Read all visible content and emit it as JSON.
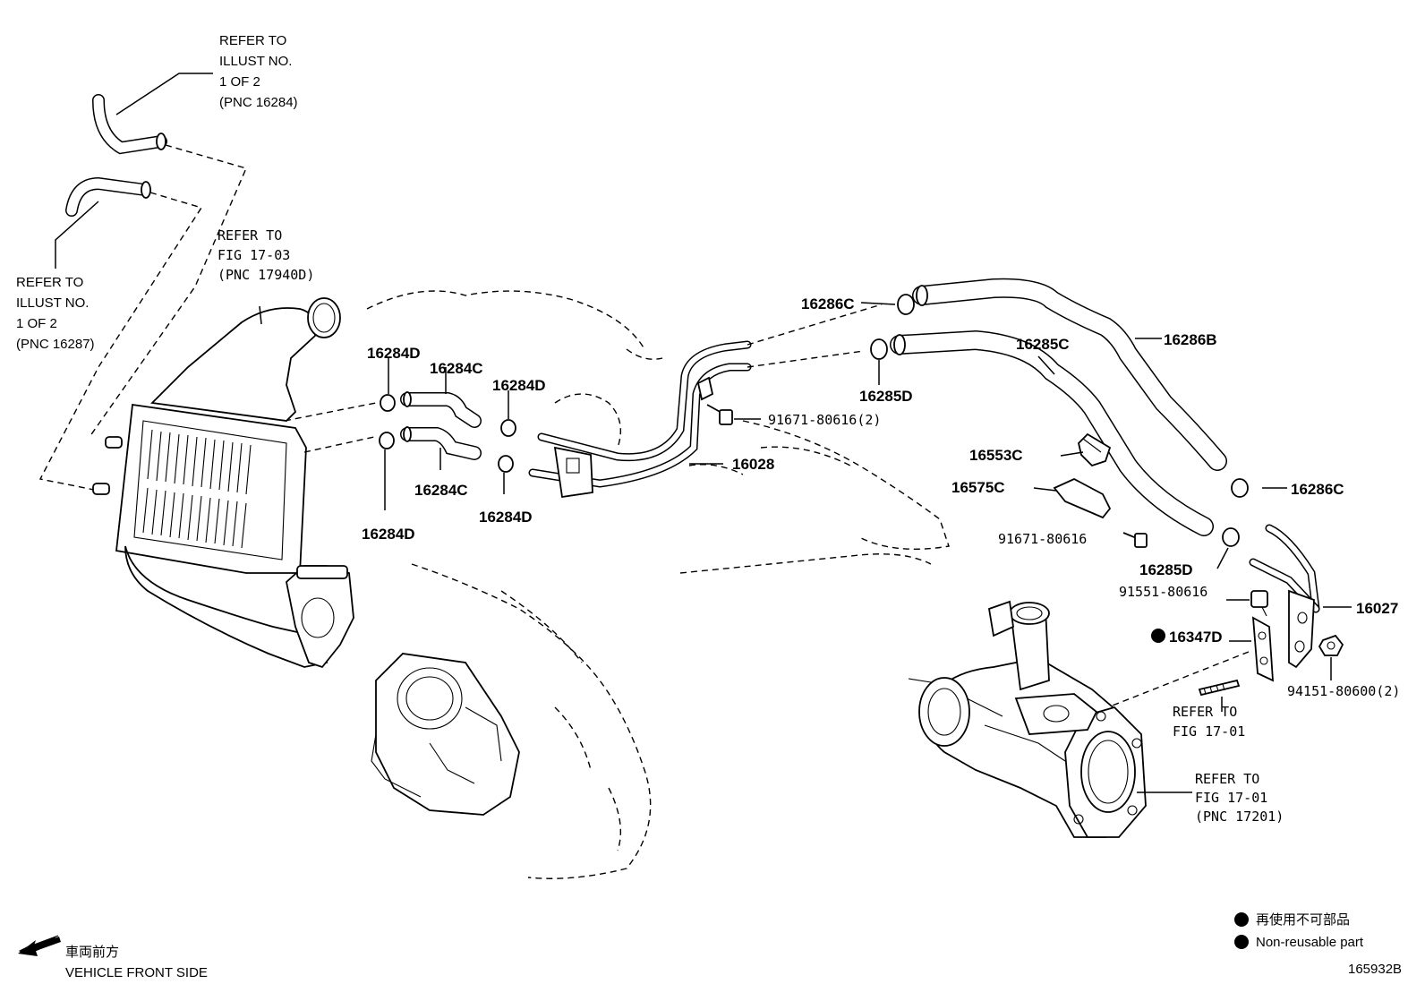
{
  "labels": {
    "p16286C_top": "16286C",
    "p16286B": "16286B",
    "p16285C": "16285C",
    "p16285D_top": "16285D",
    "p16284D_a": "16284D",
    "p16284C_a": "16284C",
    "p16284D_b": "16284D",
    "p16284C_b": "16284C",
    "p16284D_c": "16284D",
    "p16284D_d": "16284D",
    "p91671_80616_2": "91671-80616(2)",
    "p16028": "16028",
    "p16553C": "16553C",
    "p16575C": "16575C",
    "p91671_80616": "91671-80616",
    "p16286C_right": "16286C",
    "p16285D_bottom": "16285D",
    "p91551_80616": "91551-80616",
    "p16027": "16027",
    "p16347D": "16347D",
    "p94151_80600_2": "94151-80600(2)"
  },
  "refs": {
    "top_hose": [
      "REFER TO",
      "ILLUST NO.",
      "1 OF 2",
      "(PNC 16284)"
    ],
    "left_hose": [
      "REFER TO",
      "ILLUST NO.",
      "1 OF 2",
      "(PNC 16287)"
    ],
    "intercooler": [
      "REFER TO",
      "FIG 17-03",
      "(PNC 17940D)"
    ],
    "stud": [
      "REFER TO",
      "FIG 17-01"
    ],
    "turbo": [
      "REFER TO",
      "FIG 17-01",
      "(PNC 17201)"
    ]
  },
  "legend": {
    "jp": "再使用不可部品",
    "en": "Non-reusable part"
  },
  "direction": {
    "jp": "車両前方",
    "en": "VEHICLE FRONT SIDE"
  },
  "figure_id": "165932B",
  "colors": {
    "ink": "#000000",
    "paper": "#ffffff"
  }
}
